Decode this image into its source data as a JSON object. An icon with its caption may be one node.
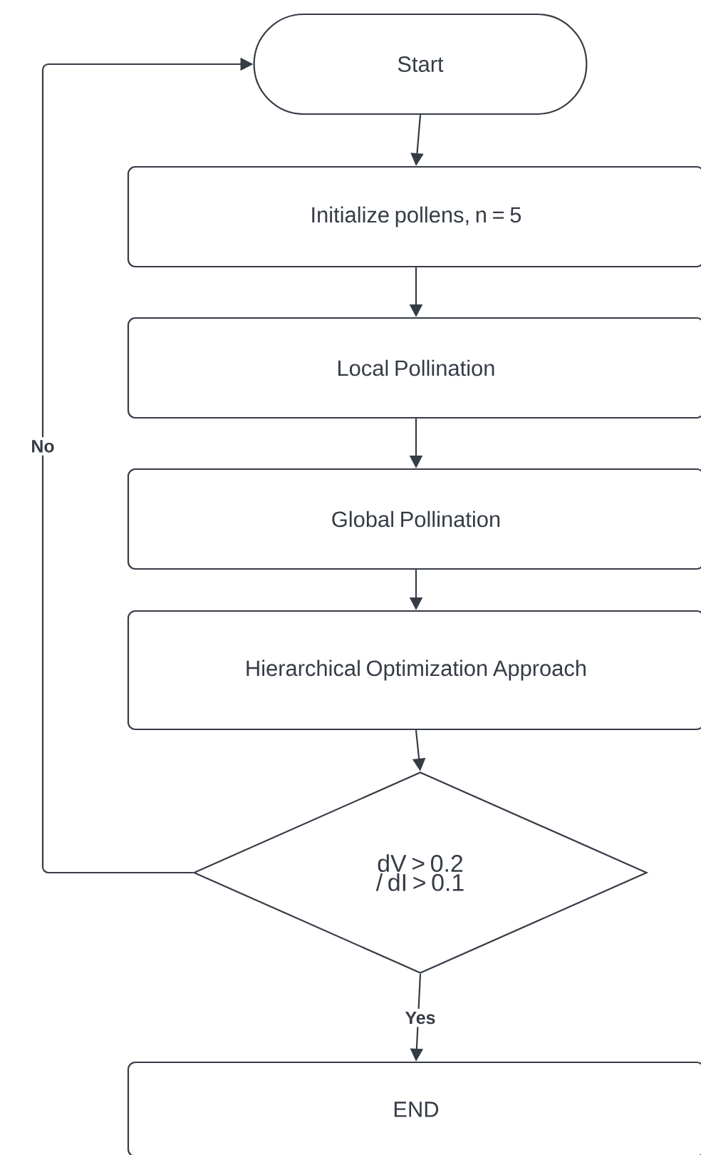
{
  "diagram": {
    "nodes": [
      {
        "text": [
          "Start"
        ]
      },
      {
        "text": [
          "Initialize pollens, n = 5"
        ]
      },
      {
        "text": [
          "Local Pollination"
        ]
      },
      {
        "text": [
          "Global Pollination"
        ]
      },
      {
        "text": [
          "Hierarchical Optimization Approach"
        ]
      },
      {
        "text": [
          "dV > 0.2 / dI > 0.1"
        ]
      },
      {
        "text": [
          "END"
        ]
      }
    ],
    "edges": [
      {
        "from": 0,
        "to": 1,
        "arrow": "to"
      },
      {
        "from": 1,
        "to": 2,
        "arrow": "to"
      },
      {
        "from": 2,
        "to": 3,
        "arrow": "to"
      },
      {
        "from": 3,
        "to": 4,
        "arrow": "to"
      },
      {
        "from": 4,
        "to": 5,
        "arrow": "to"
      },
      {
        "from": 5,
        "to": 0,
        "arrow": "to",
        "label": "No"
      },
      {
        "from": 5,
        "to": 6,
        "arrow": "to",
        "label": "Yes"
      }
    ]
  }
}
